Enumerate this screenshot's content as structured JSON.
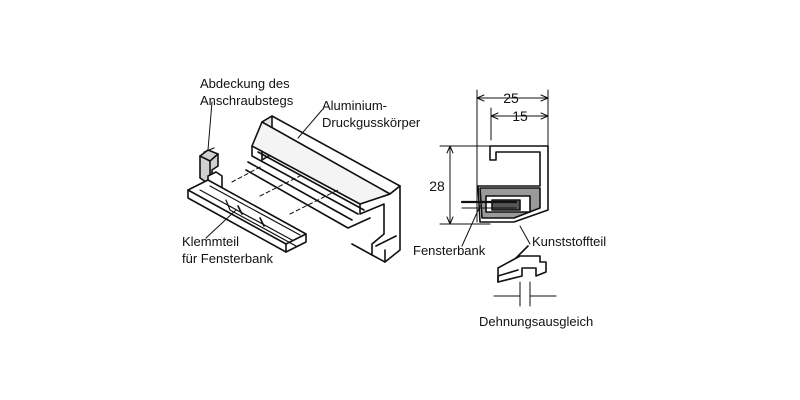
{
  "labels": {
    "abdeckung_line1": "Abdeckung des",
    "abdeckung_line2": "Anschraubstegs",
    "aluminium_line1": "Aluminium-",
    "aluminium_line2": "Druckgusskörper",
    "klemmteil_line1": "Klemmteil",
    "klemmteil_line2": "für Fensterbank",
    "fensterbank": "Fensterbank",
    "kunststoffteil": "Kunststoffteil",
    "dehnungsausgleich": "Dehnungsausgleich"
  },
  "dimensions": {
    "width_outer": "25",
    "width_inner": "15",
    "height": "28"
  },
  "colors": {
    "line": "#111111",
    "fill_light": "#ffffff",
    "fill_shade": "#d0d0d0",
    "fill_dark": "#555555"
  }
}
